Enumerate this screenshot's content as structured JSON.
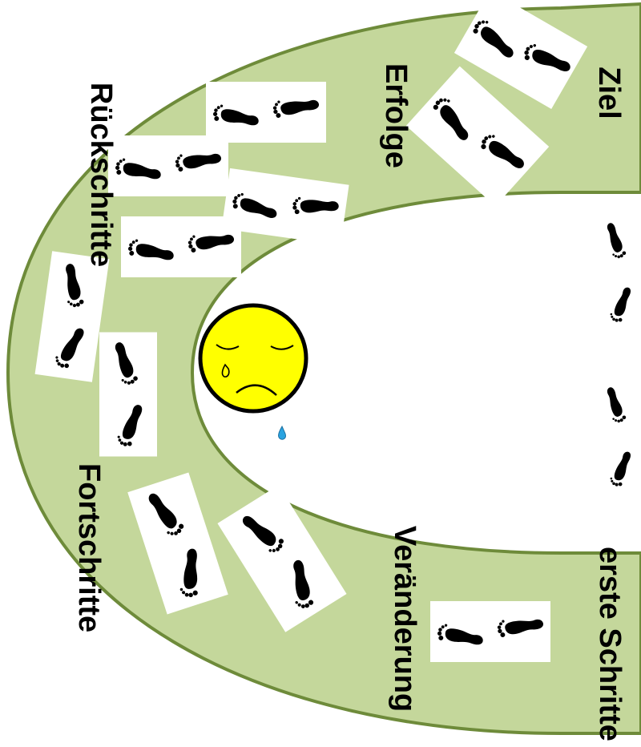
{
  "stations": {
    "ziel": "Ziel",
    "erfolge": "Erfolge",
    "rueckschritte": "Rückschritte",
    "fortschritte": "Fortschritte",
    "veraenderung": "Veränderung",
    "erste_schritte": "erste Schritte"
  },
  "colors": {
    "path_fill": "#c4d79b",
    "path_stroke": "#6e8b3a",
    "face_fill": "#ffff00",
    "tear": "#29a3e0",
    "footprint": "#000000",
    "card": "#ffffff"
  },
  "icons": {
    "footprints": "footprints-icon",
    "face": "crying-face-icon",
    "tear": "teardrop-icon"
  }
}
